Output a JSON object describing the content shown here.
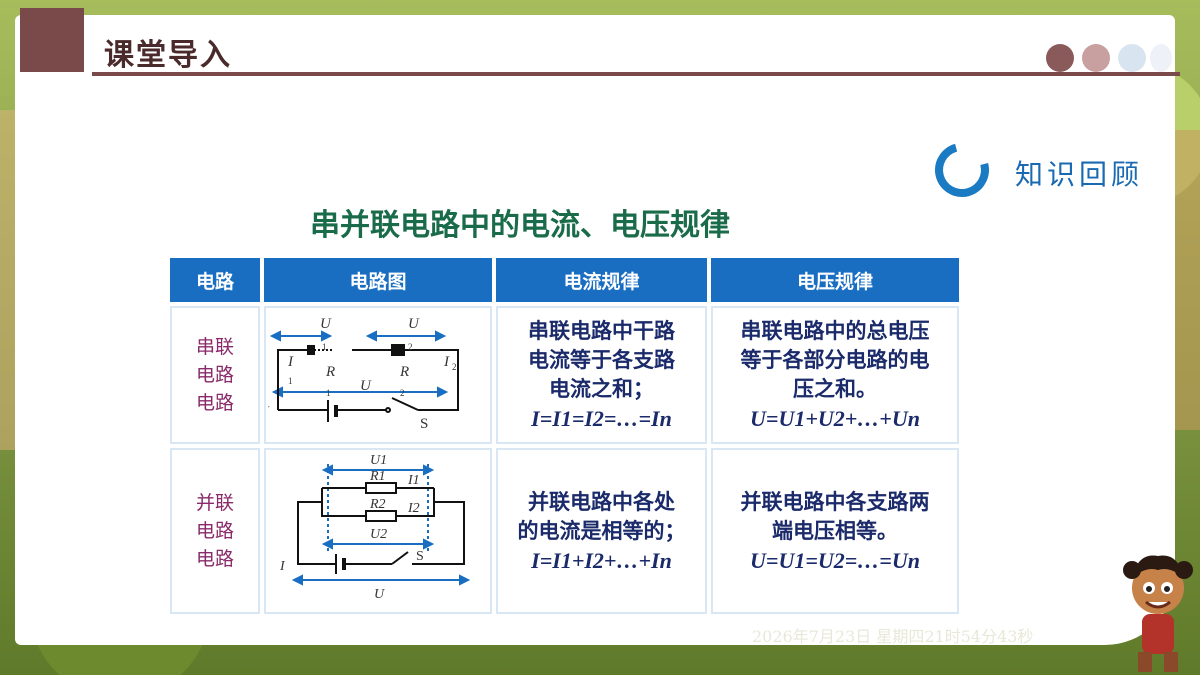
{
  "header": {
    "title": "课堂导入"
  },
  "badge": {
    "recall_label": "知识回顾"
  },
  "main": {
    "heading": "串并联电路中的电流、电压规律"
  },
  "table": {
    "headers": [
      "电路",
      "电路图",
      "电流规律",
      "电压规律"
    ],
    "rows": [
      {
        "circuit_lines": [
          "串联",
          "电路",
          "电路"
        ],
        "current_lines": [
          "串联电路中干路",
          "电流等于各支路",
          "电流之和；"
        ],
        "current_formula": "I=I1=I2=…=In",
        "voltage_lines": [
          "串联电路中的总电压",
          "等于各部分电路的电",
          "压之和。"
        ],
        "voltage_formula": "U=U1+U2+…+Un"
      },
      {
        "circuit_lines": [
          "并联",
          "电路",
          "电路"
        ],
        "current_lines": [
          "并联电路中各处",
          "的电流是相等的；"
        ],
        "current_formula": "I=I1+I2+…+In",
        "voltage_lines": [
          "并联电路中各支路两",
          "端电压相等。"
        ],
        "voltage_formula": "U=U1=U2=…=Un"
      }
    ]
  },
  "diagram_labels": {
    "series": {
      "u": "U",
      "sub1": "1",
      "sub2": "2",
      "i": "I",
      "r": "R",
      "s": "S"
    },
    "parallel": {
      "u": "U",
      "u1": "U1",
      "u2": "U2",
      "r1": "R1",
      "r2": "R2",
      "i1": "I1",
      "i2": "I2",
      "i": "I",
      "s": "S"
    }
  },
  "footer": {
    "timestamp": "2026年7月23日 星期四21时54分43秒"
  },
  "colors": {
    "header_accent": "#7a4a4a",
    "table_header": "#1a6ec2",
    "heading": "#1a6b4a",
    "dots": [
      "#8a5a5a",
      "#c9a0a0",
      "#d8e4f0",
      "#eef2f8"
    ]
  }
}
